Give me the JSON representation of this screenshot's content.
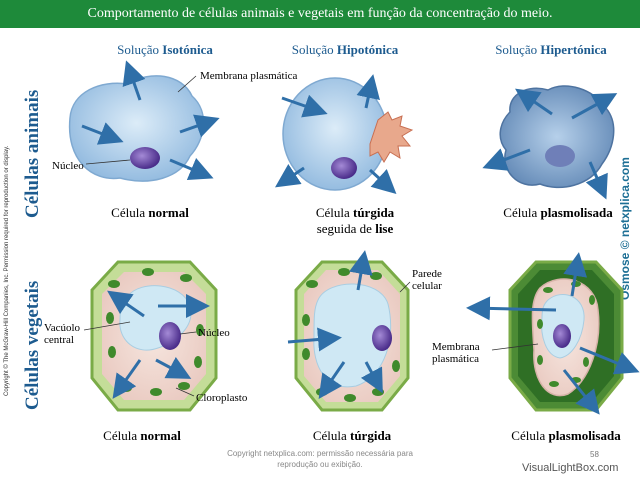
{
  "title": "Comportamento de células animais e vegetais em função da concentração do meio.",
  "columns": [
    {
      "prefix": "Solução ",
      "bold": "Isotónica"
    },
    {
      "prefix": "Solução ",
      "bold": "Hipotónica"
    },
    {
      "prefix": "Solução ",
      "bold": "Hipertónica"
    }
  ],
  "rows": {
    "animal": "Células animais",
    "plant": "Células vegetais"
  },
  "captions": {
    "animal_normal": {
      "plain": "Célula ",
      "bold": "normal"
    },
    "animal_turgid": {
      "plain1": "Célula ",
      "bold1": "túrgida",
      "plain2": "seguida de ",
      "bold2": "lise"
    },
    "animal_plasmolysed": {
      "plain": "Célula ",
      "bold": "plasmolisada"
    },
    "plant_normal": {
      "plain": "Célula ",
      "bold": "normal"
    },
    "plant_turgid": {
      "plain": "Célula ",
      "bold": "túrgida"
    },
    "plant_plasmolysed": {
      "plain": "Célula ",
      "bold": "plasmolisada"
    }
  },
  "annotations": {
    "membrana_top": "Membrana plasmática",
    "nucleo_animal": "Núcleo",
    "vacuolo": "Vacúolo central",
    "nucleo_plant": "Núcleo",
    "cloroplasto": "Cloroplasto",
    "parede": "Parede celular",
    "membrana_plant": "Membrana plasmática"
  },
  "side_text": {
    "copyright_vertical": "Copyright © The McGraw-Hill Companies, Inc. Permission required for reproduction or display.",
    "osmose": "Osmose © netxplica.com"
  },
  "footer": {
    "copyright": "Copyright netxplica.com: permissão necessária para reprodução ou exibição.",
    "page": "58",
    "watermark": "VisualLightBox.com"
  },
  "colors": {
    "title_bg": "#1e8a3a",
    "heading_blue": "#1d5b8f",
    "cell_blue": "#a9cbe8",
    "nucleus": "#5b3c9b",
    "cell_wall": "#9bc56a",
    "chloroplast": "#3f8a2c",
    "arrow": "#2f6fa8"
  }
}
